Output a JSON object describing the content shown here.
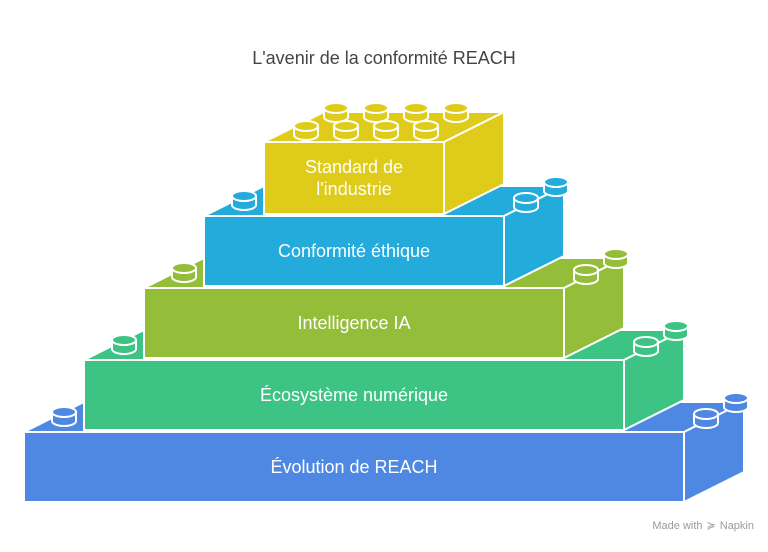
{
  "title": "L'avenir de la conformité REACH",
  "blocks": [
    {
      "label_lines": [
        "Évolution de REACH"
      ],
      "color": "#4e88e3"
    },
    {
      "label_lines": [
        "Écosystème numérique"
      ],
      "color": "#3dc485"
    },
    {
      "label_lines": [
        "Intelligence IA"
      ],
      "color": "#94bd3a"
    },
    {
      "label_lines": [
        "Conformité éthique"
      ],
      "color": "#22abdb"
    },
    {
      "label_lines": [
        "Standard de",
        "l'industrie"
      ],
      "color": "#dfcb19"
    }
  ],
  "footer": {
    "prefix": "Made with",
    "brand": "Napkin",
    "icon": "napkin-logo-icon"
  }
}
